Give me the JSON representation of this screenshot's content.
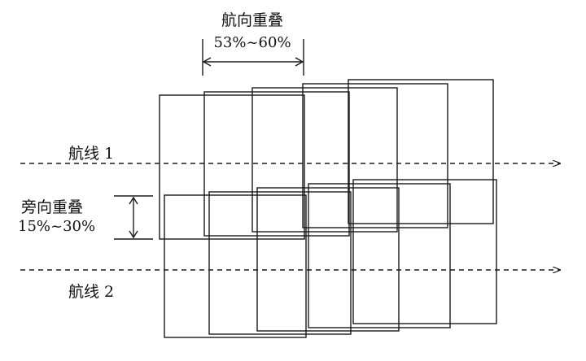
{
  "forward_overlap": {
    "title": "航向重叠",
    "range": "53%~60%"
  },
  "side_overlap": {
    "title": "旁向重叠",
    "range": "15%~30%"
  },
  "flight_lines": [
    {
      "label": "航线 1"
    },
    {
      "label": "航线 2"
    }
  ],
  "colors": {
    "line": "#1a1a1a",
    "background": "#ffffff"
  }
}
